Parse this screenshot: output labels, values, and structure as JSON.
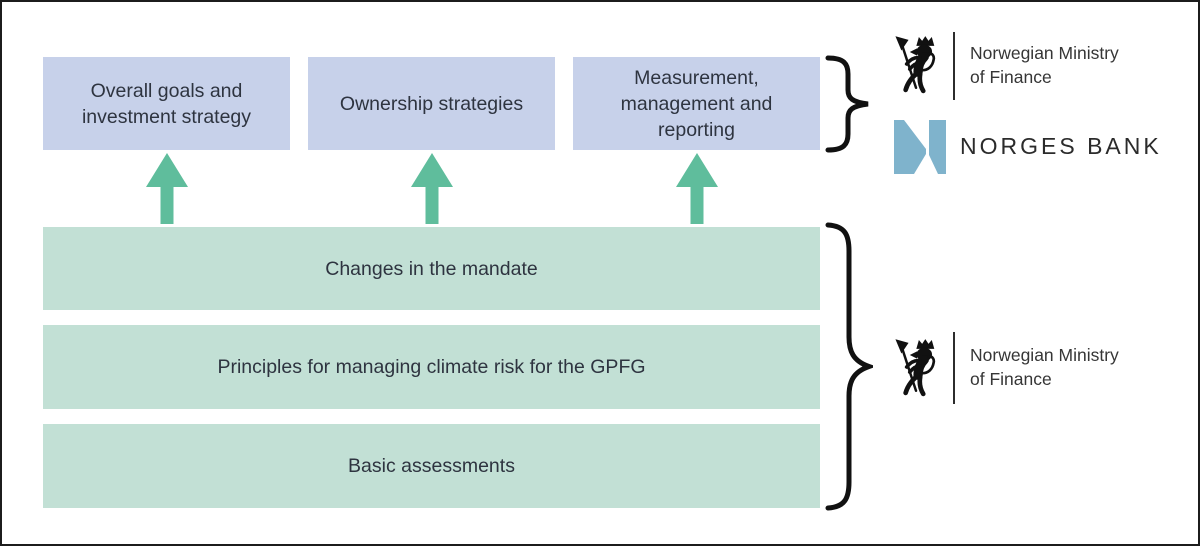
{
  "diagram": {
    "title_hint": "GPFG climate risk governance diagram",
    "top_boxes": [
      {
        "label": "Overall goals and investment strategy"
      },
      {
        "label": "Ownership strategies"
      },
      {
        "label": "Measurement, management and reporting"
      }
    ],
    "bottom_boxes": [
      {
        "label": "Changes in the mandate"
      },
      {
        "label": "Principles for managing climate risk for the GPFG"
      },
      {
        "label": "Basic assessments"
      }
    ],
    "colors": {
      "top_box_fill": "#c7d1ea",
      "bottom_box_fill": "#c2e0d5",
      "arrow_green": "#5fbd9c",
      "norges_bank_blue": "#7fb3cc",
      "box_text": "#2e3440",
      "logo_text": "#363636",
      "brace_and_lion": "#111111",
      "outer_border": "#1c1c1c"
    },
    "icons": [
      "up-arrow-icon",
      "curly-brace-icon",
      "norwegian-coat-of-arms-lion-icon",
      "norges-bank-n-icon"
    ]
  },
  "logos": {
    "ministry_top": {
      "line1": "Norwegian Ministry",
      "line2": "of Finance"
    },
    "norges_bank": {
      "label": "NORGES BANK"
    },
    "ministry_bottom": {
      "line1": "Norwegian Ministry",
      "line2": "of Finance"
    }
  }
}
